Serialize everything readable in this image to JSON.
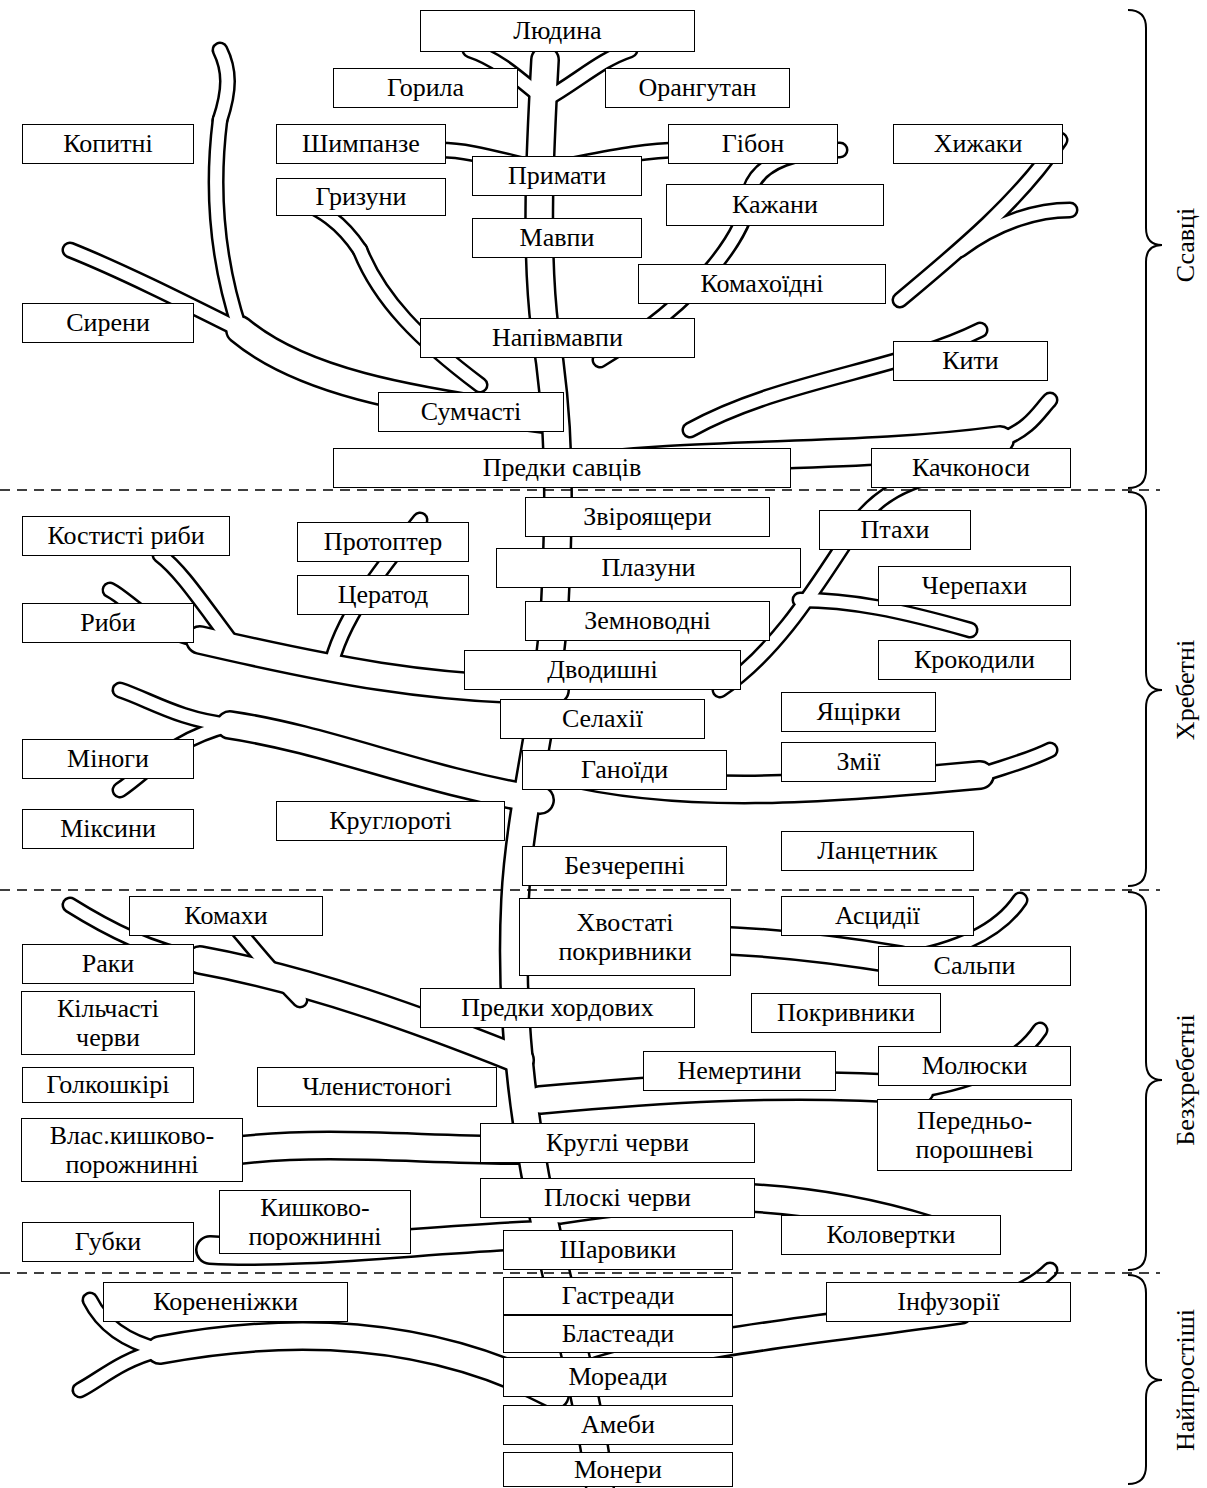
{
  "diagram": {
    "nodes": [
      {
        "text": [
          "Людина"
        ]
      },
      {
        "text": [
          "Горила"
        ]
      },
      {
        "text": [
          "Орангутан"
        ]
      },
      {
        "text": [
          "Копитні"
        ]
      },
      {
        "text": [
          "Шимпанзе"
        ]
      },
      {
        "text": [
          "Гібон"
        ]
      },
      {
        "text": [
          "Хижаки"
        ]
      },
      {
        "text": [
          "Примати"
        ]
      },
      {
        "text": [
          "Гризуни"
        ]
      },
      {
        "text": [
          "Кажани"
        ]
      },
      {
        "text": [
          "Мавпи"
        ]
      },
      {
        "text": [
          "Комахоїдні"
        ]
      },
      {
        "text": [
          "Сирени"
        ]
      },
      {
        "text": [
          "Напівмавпи"
        ]
      },
      {
        "text": [
          "Кити"
        ]
      },
      {
        "text": [
          "Сумчасті"
        ]
      },
      {
        "text": [
          "Предки савців"
        ]
      },
      {
        "text": [
          "Качконоси"
        ]
      },
      {
        "text": [
          "Звіроящери"
        ]
      },
      {
        "text": [
          "Костисті риби"
        ]
      },
      {
        "text": [
          "Птахи"
        ]
      },
      {
        "text": [
          "Протоптер"
        ]
      },
      {
        "text": [
          "Плазуни"
        ]
      },
      {
        "text": [
          "Черепахи"
        ]
      },
      {
        "text": [
          "Цератод"
        ]
      },
      {
        "text": [
          "Риби"
        ]
      },
      {
        "text": [
          "Земноводні"
        ]
      },
      {
        "text": [
          "Крокодили"
        ]
      },
      {
        "text": [
          "Дводишні"
        ]
      },
      {
        "text": [
          "Ящірки"
        ]
      },
      {
        "text": [
          "Селахії"
        ]
      },
      {
        "text": [
          "Міноги"
        ]
      },
      {
        "text": [
          "Змії"
        ]
      },
      {
        "text": [
          "Ганоїди"
        ]
      },
      {
        "text": [
          "Круглороті"
        ]
      },
      {
        "text": [
          "Міксини"
        ]
      },
      {
        "text": [
          "Ланцетник"
        ]
      },
      {
        "text": [
          "Безчерепні"
        ]
      },
      {
        "text": [
          "Комахи"
        ]
      },
      {
        "text": [
          "Асцидії"
        ]
      },
      {
        "text": [
          "Хвостаті покривники"
        ]
      },
      {
        "text": [
          "Раки"
        ]
      },
      {
        "text": [
          "Сальпи"
        ]
      },
      {
        "text": [
          "Предки хордових"
        ]
      },
      {
        "text": [
          "Кільчасті черви"
        ]
      },
      {
        "text": [
          "Покривники"
        ]
      },
      {
        "text": [
          "Молюски"
        ]
      },
      {
        "text": [
          "Немертини"
        ]
      },
      {
        "text": [
          "Голкошкірі"
        ]
      },
      {
        "text": [
          "Членистоногі"
        ]
      },
      {
        "text": [
          "Передньо- порошневі"
        ]
      },
      {
        "text": [
          "Влас.кишково- порожнинні"
        ]
      },
      {
        "text": [
          "Круглі черви"
        ]
      },
      {
        "text": [
          "Плоскі черви"
        ]
      },
      {
        "text": [
          "Кишково- порожнинні"
        ]
      },
      {
        "text": [
          "Коловертки"
        ]
      },
      {
        "text": [
          "Губки"
        ]
      },
      {
        "text": [
          "Шаровики"
        ]
      },
      {
        "text": [
          "Гастреади"
        ]
      },
      {
        "text": [
          "Корененіжки"
        ]
      },
      {
        "text": [
          "Інфузорії"
        ]
      },
      {
        "text": [
          "Бластеади"
        ]
      },
      {
        "text": [
          "Мореади"
        ]
      },
      {
        "text": [
          "Амеби"
        ]
      },
      {
        "text": [
          "Монери"
        ]
      }
    ],
    "labels": [
      "Ссавці",
      "Хребетні",
      "Безхребетні",
      "Найпростіші"
    ]
  }
}
